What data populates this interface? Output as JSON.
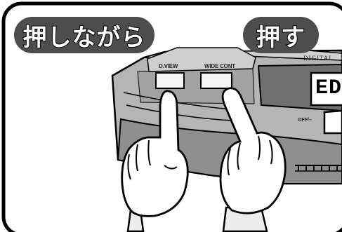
{
  "captions": {
    "left": "押しながら",
    "right": "押す"
  },
  "device": {
    "button_left_label": "D.VIEW",
    "button_right_label": "WIDE CONT",
    "brand_partial": "DIGITAL",
    "switch_label": "OFF/–",
    "display_partial": "ED"
  },
  "colors": {
    "caption_bubble": "#4d4d4d",
    "device_body": "#b5b5b5",
    "device_dark": "#8a8a8a",
    "outline": "#000000",
    "background": "#ffffff"
  },
  "icons": [
    "left-hand-icon",
    "right-hand-icon"
  ]
}
